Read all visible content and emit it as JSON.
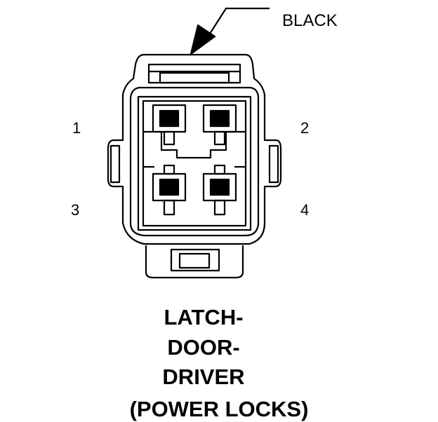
{
  "wire_color_label": "BLACK",
  "pins": [
    {
      "number": "1"
    },
    {
      "number": "2"
    },
    {
      "number": "3"
    },
    {
      "number": "4"
    }
  ],
  "title": {
    "line1": "LATCH-",
    "line2": "DOOR-",
    "line3": "DRIVER",
    "line4": "(POWER LOCKS)"
  }
}
